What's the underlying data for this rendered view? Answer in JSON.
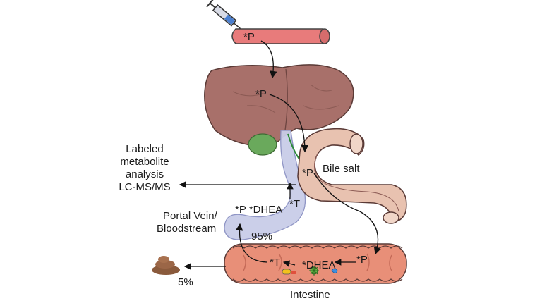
{
  "labels": {
    "syringe_p": "*P",
    "liver_p": "*P",
    "bile_p": "*P",
    "bile_salt": "Bile salt",
    "vein_t": "*T",
    "vein_p_dhea": "*P *DHEA",
    "portal_vein_line1": "Portal Vein/",
    "portal_vein_line2": "Bloodstream",
    "pct_95": "95%",
    "pct_5": "5%",
    "intestine_t": "*T",
    "intestine_dhea": "*DHEA",
    "intestine_p": "*P",
    "intestine": "Intestine",
    "analysis_line1": "Labeled",
    "analysis_line2": "metabolite",
    "analysis_line3": "analysis",
    "analysis_line4": "LC-MS/MS"
  },
  "colors": {
    "vein_red": "#e87b7b",
    "liver": "#a8706a",
    "gallbladder": "#6aa95c",
    "portal_vein": "#c9cde8",
    "duodenum": "#e8c2b0",
    "intestine": "#e88f78",
    "feces": "#8a5a3c"
  },
  "icons": [
    "syringe-icon",
    "feces-icon",
    "bacteria-icon",
    "pill-icon"
  ]
}
